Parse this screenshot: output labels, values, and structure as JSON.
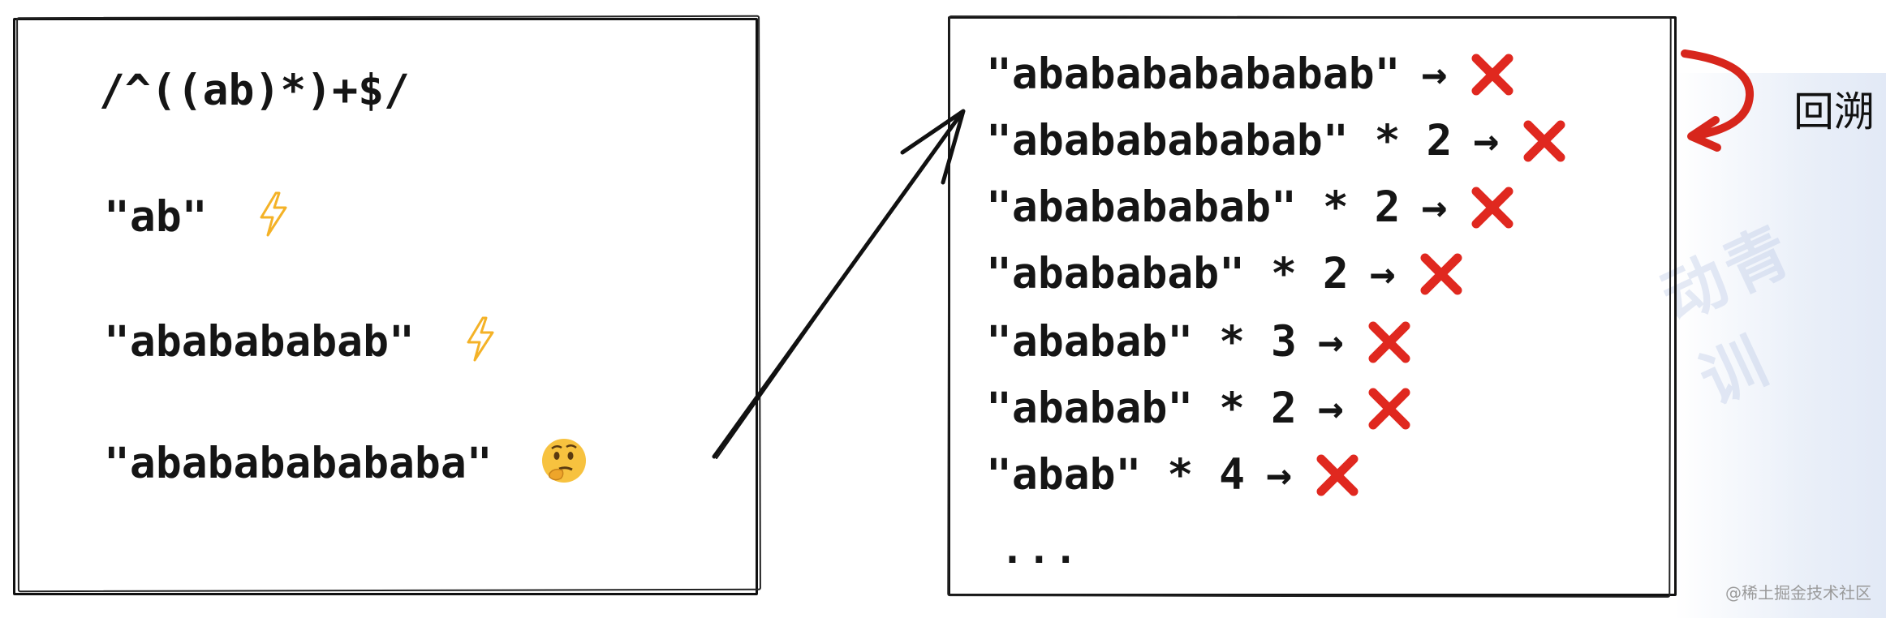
{
  "left_panel": {
    "regex": "/^((ab)*)+$/",
    "cases": [
      {
        "text": "\"ab\"",
        "status_icon": "lightning-icon"
      },
      {
        "text": "\"ababababab\"",
        "status_icon": "lightning-icon"
      },
      {
        "text": "\"ababababababa\"",
        "status_icon": "thinking-face-icon"
      }
    ]
  },
  "right_panel": {
    "attempts": [
      {
        "text": "\"ababababababab\"",
        "result_icon": "cross-icon"
      },
      {
        "text": "\"abababababab\" * 2",
        "result_icon": "cross-icon"
      },
      {
        "text": "\"ababababab\" * 2",
        "result_icon": "cross-icon"
      },
      {
        "text": "\"abababab\" * 2",
        "result_icon": "cross-icon"
      },
      {
        "text": "\"ababab\" * 3",
        "result_icon": "cross-icon"
      },
      {
        "text": "\"ababab\" * 2",
        "result_icon": "cross-icon"
      },
      {
        "text": "\"abab\" * 4",
        "result_icon": "cross-icon"
      }
    ],
    "arrow_glyph": "→",
    "ellipsis": "...",
    "backtrack_label": "回溯"
  },
  "credit": "@稀土掘金技术社区",
  "watermark": "动青训",
  "colors": {
    "cross": "#e0281f",
    "lightning": "#f4b227",
    "backtrack_arrow": "#d7261c",
    "emoji_face": "#f7c23f",
    "stroke": "#111111"
  }
}
